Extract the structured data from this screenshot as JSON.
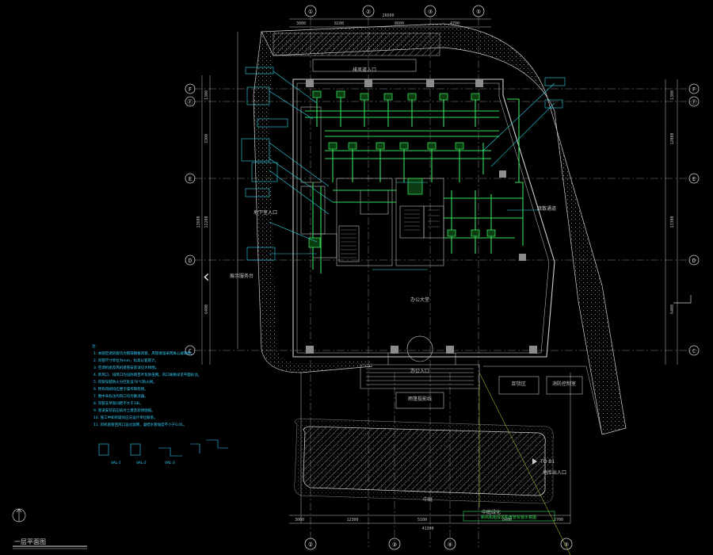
{
  "drawing": {
    "title": "一层平面图",
    "colors": {
      "background": "#000000",
      "wall": "#cfcfcf",
      "dim": "#bfbfbf",
      "duct": "#38e05a",
      "leader": "#2fd4e6",
      "note_text": "#33d0ff",
      "hatch": "#9a9a9a",
      "yellow": "#d8d832"
    },
    "top_axis_labels": [
      "①",
      "②",
      "③",
      "⑤"
    ],
    "bottom_axis_labels": [
      "②",
      "③",
      "④",
      "⑤"
    ],
    "left_axis_labels": [
      "F",
      "Ⓕ",
      "E",
      "D",
      "C"
    ],
    "right_axis_labels": [
      "F",
      "Ⓕ",
      "E",
      "D",
      "C"
    ],
    "top_dims": [
      "3000",
      "8100",
      "8600",
      "4700"
    ],
    "top_total_dim": "26600",
    "bottom_dims": [
      "3000",
      "12300",
      "5100",
      "8400",
      "2700"
    ],
    "bottom_total_dim": "41300",
    "left_dims": [
      "1300",
      "3300",
      "12200",
      "13600",
      "6400"
    ],
    "right_dims": [
      "1300",
      "12000",
      "13300",
      "6400"
    ],
    "room_labels": [
      "排风道入口",
      "地下室入口",
      "展示服务台",
      "办公大堂",
      "疏散通道",
      "办公入口",
      "雨篷投影线",
      "中庭",
      "地库出入口",
      "中庭绿化",
      "卸货区",
      "消防控制室"
    ],
    "ramp_label": "TO B1",
    "notes_header": "注:",
    "notes": [
      "1. 本图空调风管均为镀锌钢板风管，风管保温采用离心玻璃棉。",
      "2. 风管尺寸单位为mm，标高以管底计。",
      "3. 空调机组及风机盘管安装详见大样图。",
      "4. 新风口、排风口均设防雨百叶及防虫网，风口规格详见平面标注。",
      "5. 风管穿越防火分区处设70℃防火阀。",
      "6. 所有风阀均应便于操作和检修。",
      "7. 图中未标注的风口均为散流器。",
      "8. 风管支吊架间距不大于3米。",
      "9. 管道安装前应核对土建及装修图纸。",
      "10. 施工中如有疑问应与设计单位联系。",
      "11. 风机盘管回风口设过滤网，凝结水管坡度不小于0.01。"
    ],
    "legend_labels": [
      "VAL-1",
      "VAL-2",
      "VAL-3"
    ],
    "title_block_text": "新风机组及风机盘管安装示意图",
    "view_nav": "‹"
  }
}
